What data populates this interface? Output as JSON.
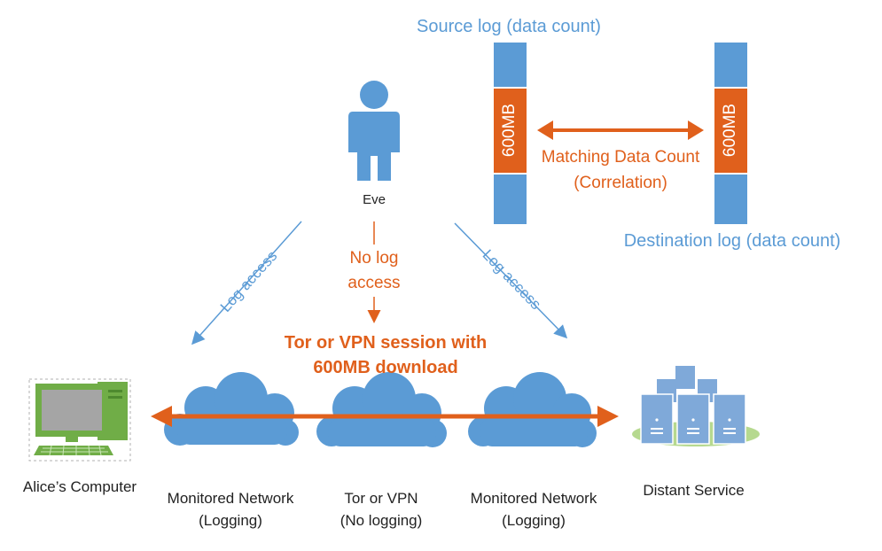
{
  "logs": {
    "source_title": "Source log (data count)",
    "destination_title": "Destination log (data count)",
    "source_value": "600MB",
    "destination_value": "600MB",
    "match_line1": "Matching Data Count",
    "match_line2": "(Correlation)"
  },
  "eve": {
    "name": "Eve",
    "left_access": "Log access",
    "right_access": "Log access",
    "no_access_line1": "No log",
    "no_access_line2": "access"
  },
  "session": {
    "line1": "Tor or VPN session with",
    "line2": "600MB download"
  },
  "nodes": {
    "alice": "Alice’s Computer",
    "service": "Distant Service",
    "net1_line1": "Monitored Network",
    "net1_line2": "(Logging)",
    "tor_line1": "Tor or VPN",
    "tor_line2": "(No logging)",
    "net2_line1": "Monitored Network",
    "net2_line2": "(Logging)"
  },
  "colors": {
    "blue": "#5b9bd5",
    "orange": "#e0601c",
    "green": "#70ad47",
    "server": "#7fa9d9",
    "text": "#222222"
  },
  "icons": [
    "person-icon",
    "computer-icon",
    "server-icon",
    "cloud-icon"
  ]
}
